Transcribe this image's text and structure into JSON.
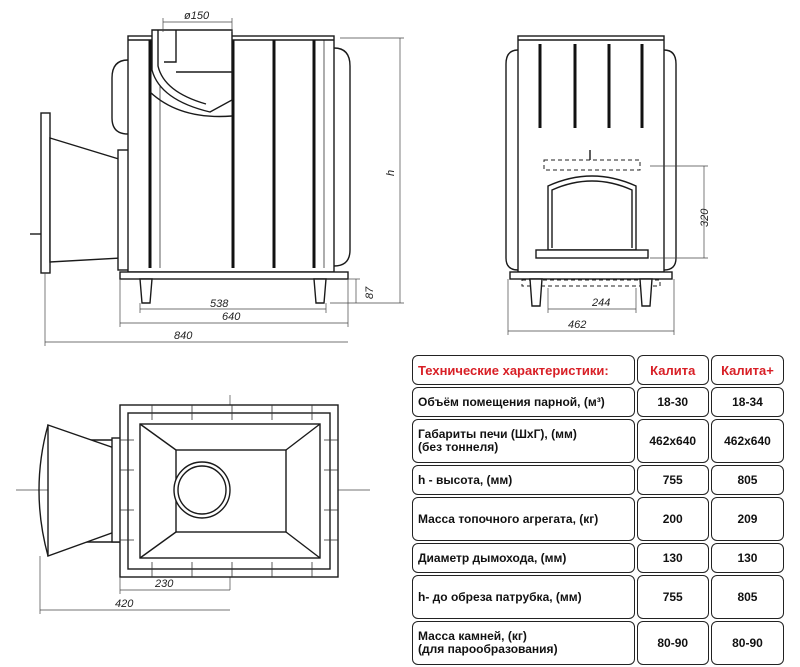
{
  "dimensions": {
    "pipe_diameter": "ø150",
    "height": "h",
    "legs_height": "87",
    "base_inner": "538",
    "base_outer": "640",
    "overall_length": "840",
    "door_height": "320",
    "front_inner": "244",
    "front_width": "462",
    "top_230": "230",
    "top_420": "420"
  },
  "table": {
    "header": {
      "param": "Технические характеристики:",
      "col1": "Калита",
      "col2": "Калита+"
    },
    "rows": [
      {
        "line1": "Объём помещения парной, (м³)",
        "line2": "",
        "v1": "18-30",
        "v2": "18-34"
      },
      {
        "line1": "Габариты печи (ШхГ), (мм)",
        "line2": "(без тоннеля)",
        "v1": "462х640",
        "v2": "462х640"
      },
      {
        "line1": "h - высота, (мм)",
        "line2": "",
        "v1": "755",
        "v2": "805"
      },
      {
        "line1": "Масса топочного агрегата, (кг)",
        "line2": "",
        "v1": "200",
        "v2": "209"
      },
      {
        "line1": "Диаметр дымохода, (мм)",
        "line2": "",
        "v1": "130",
        "v2": "130"
      },
      {
        "line1": "h- до обреза патрубка, (мм)",
        "line2": "",
        "v1": "755",
        "v2": "805"
      },
      {
        "line1": "Масса камней, (кг)",
        "line2": "(для парообразования)",
        "v1": "80-90",
        "v2": "80-90"
      }
    ]
  }
}
